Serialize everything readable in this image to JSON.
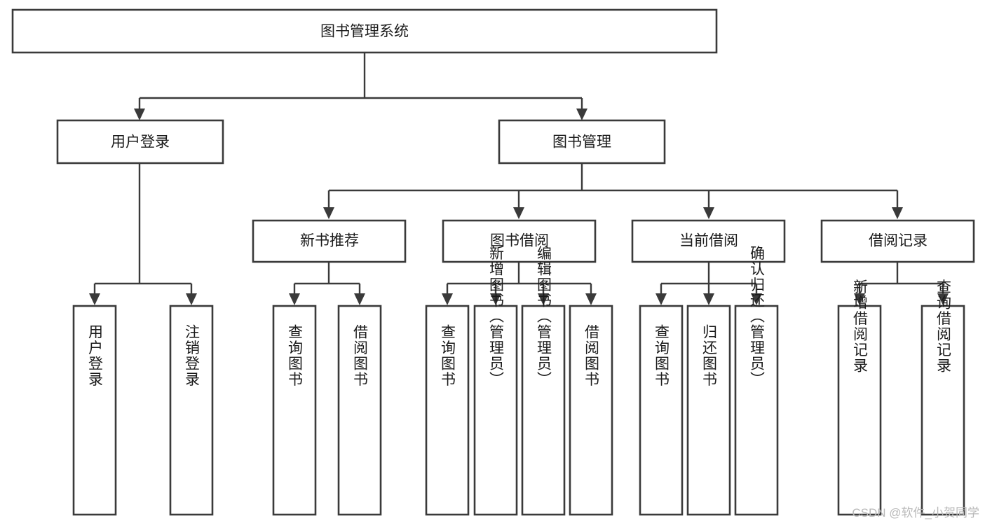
{
  "diagram": {
    "type": "tree-hierarchy-flowchart",
    "title_node": "图书管理系统",
    "watermark": "CSDN @软件_小贺同学",
    "colors": {
      "background": "#ffffff",
      "box_fill": "#ffffff",
      "box_stroke": "#3a3a3a",
      "text": "#1b1b1b",
      "connector": "#3a3a3a",
      "watermark": "#b9b9b9"
    },
    "levels": {
      "level0": [
        "图书管理系统"
      ],
      "level1": [
        "用户登录",
        "图书管理"
      ],
      "level2": [
        "新书推荐",
        "图书借阅",
        "当前借阅",
        "借阅记录"
      ],
      "level3": [
        "用户登录",
        "注销登录",
        "查询图书",
        "借阅图书",
        "查询图书",
        "新增图书（管理员）",
        "编辑图书（管理员）",
        "借阅图书",
        "查询图书",
        "归还图书",
        "确认归还（管理员）",
        "新增借阅记录",
        "查询借阅记录"
      ]
    },
    "nodes": {
      "root": {
        "label": "图书管理系统"
      },
      "user_login": {
        "label": "用户登录"
      },
      "book_manage": {
        "label": "图书管理"
      },
      "new_book_rec": {
        "label": "新书推荐"
      },
      "book_borrow": {
        "label": "图书借阅"
      },
      "current_borrow": {
        "label": "当前借阅"
      },
      "borrow_record": {
        "label": "借阅记录"
      },
      "leaf_user_login": {
        "label": "用户登录"
      },
      "leaf_logout": {
        "label": "注销登录"
      },
      "leaf_query_book_1": {
        "label": "查询图书"
      },
      "leaf_borrow_book_1": {
        "label": "借阅图书"
      },
      "leaf_query_book_2": {
        "label": "查询图书"
      },
      "leaf_add_book": {
        "label": "新增图书（管理员）"
      },
      "leaf_edit_book": {
        "label": "编辑图书（管理员）"
      },
      "leaf_borrow_book_2": {
        "label": "借阅图书"
      },
      "leaf_query_book_3": {
        "label": "查询图书"
      },
      "leaf_return_book": {
        "label": "归还图书"
      },
      "leaf_confirm_return": {
        "label": "确认归还（管理员）"
      },
      "leaf_add_record": {
        "label": "新增借阅记录"
      },
      "leaf_query_record": {
        "label": "查询借阅记录"
      }
    },
    "edges": [
      {
        "from": "图书管理系统",
        "to": "用户登录"
      },
      {
        "from": "图书管理系统",
        "to": "图书管理"
      },
      {
        "from": "图书管理",
        "to": "新书推荐"
      },
      {
        "from": "图书管理",
        "to": "图书借阅"
      },
      {
        "from": "图书管理",
        "to": "当前借阅"
      },
      {
        "from": "图书管理",
        "to": "借阅记录"
      },
      {
        "from": "用户登录",
        "to": "用户登录"
      },
      {
        "from": "用户登录",
        "to": "注销登录"
      },
      {
        "from": "新书推荐",
        "to": "查询图书"
      },
      {
        "from": "新书推荐",
        "to": "借阅图书"
      },
      {
        "from": "图书借阅",
        "to": "查询图书"
      },
      {
        "from": "图书借阅",
        "to": "新增图书（管理员）"
      },
      {
        "from": "图书借阅",
        "to": "编辑图书（管理员）"
      },
      {
        "from": "图书借阅",
        "to": "借阅图书"
      },
      {
        "from": "当前借阅",
        "to": "查询图书"
      },
      {
        "from": "当前借阅",
        "to": "归还图书"
      },
      {
        "from": "当前借阅",
        "to": "确认归还（管理员）"
      },
      {
        "from": "借阅记录",
        "to": "新增借阅记录"
      },
      {
        "from": "借阅记录",
        "to": "查询借阅记录"
      }
    ]
  }
}
